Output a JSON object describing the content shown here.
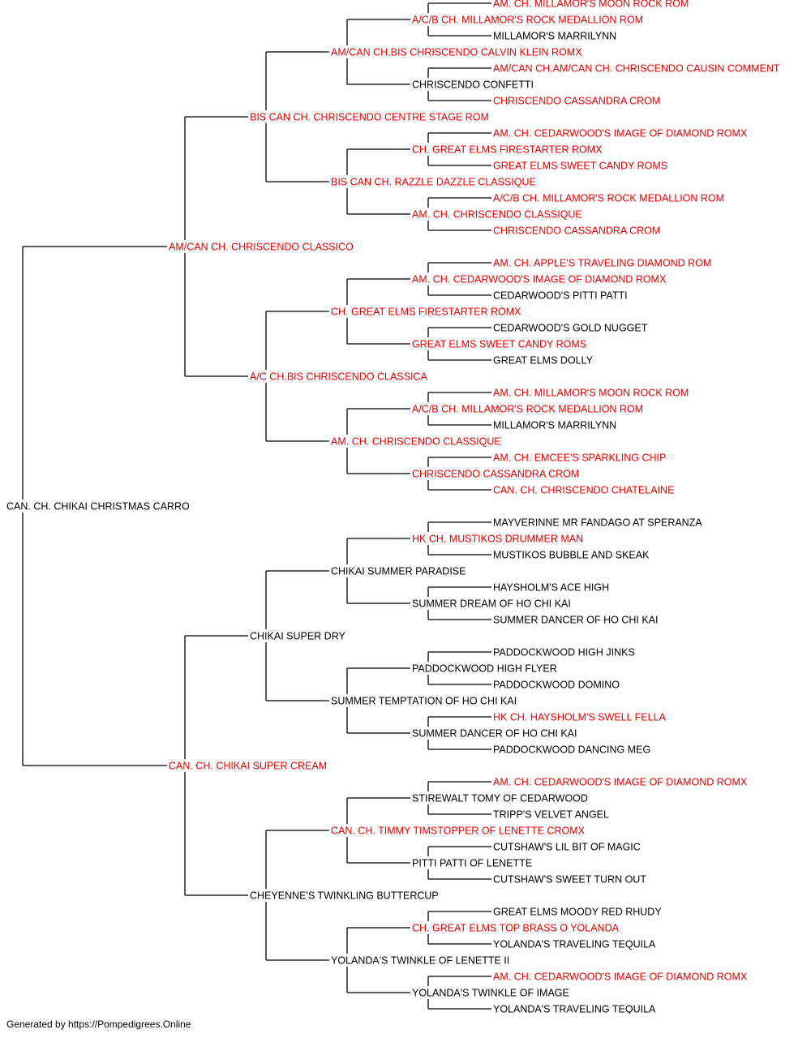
{
  "colors": {
    "champion": "#ee0000",
    "regular": "#000000",
    "line": "#000000"
  },
  "pedigree": {
    "name": "CAN. CH. CHIKAI CHRISTMAS CARRO",
    "champion": false,
    "sire": {
      "name": "AM/CAN CH. CHRISCENDO CLASSICO",
      "champion": true,
      "sire": {
        "name": "BIS CAN CH. CHRISCENDO CENTRE STAGE ROM",
        "champion": true,
        "sire": {
          "name": "AM/CAN CH.BIS CHRISCENDO CALVIN KLEIN ROMX",
          "champion": true,
          "sire": {
            "name": "A/C/B CH. MILLAMOR'S ROCK MEDALLION ROM",
            "champion": true,
            "sire": {
              "name": "AM. CH. MILLAMOR'S MOON ROCK ROM",
              "champion": true
            },
            "dam": {
              "name": "MILLAMOR'S MARRILYNN",
              "champion": false
            }
          },
          "dam": {
            "name": "CHRISCENDO CONFETTI",
            "champion": false,
            "sire": {
              "name": "AM/CAN CH.AM/CAN CH. CHRISCENDO CAUSIN COMMENT",
              "champion": true
            },
            "dam": {
              "name": "CHRISCENDO CASSANDRA CROM",
              "champion": true
            }
          }
        },
        "dam": {
          "name": "BIS CAN CH. RAZZLE DAZZLE CLASSIQUE",
          "champion": true,
          "sire": {
            "name": "CH. GREAT ELMS FIRESTARTER ROMX",
            "champion": true,
            "sire": {
              "name": "AM. CH. CEDARWOOD'S IMAGE OF DIAMOND ROMX",
              "champion": true
            },
            "dam": {
              "name": "GREAT ELMS SWEET CANDY ROMS",
              "champion": true
            }
          },
          "dam": {
            "name": "AM. CH. CHRISCENDO CLASSIQUE",
            "champion": true,
            "sire": {
              "name": "A/C/B CH. MILLAMOR'S ROCK MEDALLION ROM",
              "champion": true
            },
            "dam": {
              "name": "CHRISCENDO CASSANDRA CROM",
              "champion": true
            }
          }
        }
      },
      "dam": {
        "name": "A/C CH.BIS CHRISCENDO CLASSICA",
        "champion": true,
        "sire": {
          "name": "CH. GREAT ELMS FIRESTARTER ROMX",
          "champion": true,
          "sire": {
            "name": "AM. CH. CEDARWOOD'S IMAGE OF DIAMOND ROMX",
            "champion": true,
            "sire": {
              "name": "AM. CH. APPLE'S TRAVELING DIAMOND ROM",
              "champion": true
            },
            "dam": {
              "name": "CEDARWOOD'S PITTI PATTI",
              "champion": false
            }
          },
          "dam": {
            "name": "GREAT ELMS SWEET CANDY ROMS",
            "champion": true,
            "sire": {
              "name": "CEDARWOOD'S GOLD NUGGET",
              "champion": false
            },
            "dam": {
              "name": "GREAT ELMS DOLLY",
              "champion": false
            }
          }
        },
        "dam": {
          "name": "AM. CH. CHRISCENDO CLASSIQUE",
          "champion": true,
          "sire": {
            "name": "A/C/B CH. MILLAMOR'S ROCK MEDALLION ROM",
            "champion": true,
            "sire": {
              "name": "AM. CH. MILLAMOR'S MOON ROCK ROM",
              "champion": true
            },
            "dam": {
              "name": "MILLAMOR'S MARRILYNN",
              "champion": false
            }
          },
          "dam": {
            "name": "CHRISCENDO CASSANDRA CROM",
            "champion": true,
            "sire": {
              "name": "AM. CH. EMCEE'S SPARKLING CHIP",
              "champion": true
            },
            "dam": {
              "name": "CAN. CH. CHRISCENDO CHATELAINE",
              "champion": true
            }
          }
        }
      }
    },
    "dam": {
      "name": "CAN. CH. CHIKAI SUPER CREAM",
      "champion": true,
      "sire": {
        "name": "CHIKAI SUPER DRY",
        "champion": false,
        "sire": {
          "name": "CHIKAI SUMMER PARADISE",
          "champion": false,
          "sire": {
            "name": "HK CH. MUSTIKOS DRUMMER MAN",
            "champion": true,
            "sire": {
              "name": "MAYVERINNE MR FANDAGO AT SPERANZA",
              "champion": false
            },
            "dam": {
              "name": "MUSTIKOS BUBBLE AND SKEAK",
              "champion": false
            }
          },
          "dam": {
            "name": "SUMMER DREAM OF HO CHI KAI",
            "champion": false,
            "sire": {
              "name": "HAYSHOLM'S ACE HIGH",
              "champion": false
            },
            "dam": {
              "name": "SUMMER DANCER OF HO CHI KAI",
              "champion": false
            }
          }
        },
        "dam": {
          "name": "SUMMER TEMPTATION OF HO CHI KAI",
          "champion": false,
          "sire": {
            "name": "PADDOCKWOOD HIGH FLYER",
            "champion": false,
            "sire": {
              "name": "PADDOCKWOOD HIGH JINKS",
              "champion": false
            },
            "dam": {
              "name": "PADDOCKWOOD DOMINO",
              "champion": false
            }
          },
          "dam": {
            "name": "SUMMER DANCER OF HO CHI KAI",
            "champion": false,
            "sire": {
              "name": "HK CH. HAYSHOLM'S SWELL FELLA",
              "champion": true
            },
            "dam": {
              "name": "PADDOCKWOOD DANCING MEG",
              "champion": false
            }
          }
        }
      },
      "dam": {
        "name": "CHEYENNE'S TWINKLING BUTTERCUP",
        "champion": false,
        "sire": {
          "name": "CAN. CH. TIMMY TIMSTOPPER OF LENETTE CROMX",
          "champion": true,
          "sire": {
            "name": "STIREWALT TOMY OF CEDARWOOD",
            "champion": false,
            "sire": {
              "name": "AM. CH. CEDARWOOD'S IMAGE OF DIAMOND ROMX",
              "champion": true
            },
            "dam": {
              "name": "TRIPP'S VELVET ANGEL",
              "champion": false
            }
          },
          "dam": {
            "name": "PITTI PATTI OF LENETTE",
            "champion": false,
            "sire": {
              "name": "CUTSHAW'S LIL BIT OF MAGIC",
              "champion": false
            },
            "dam": {
              "name": "CUTSHAW'S SWEET TURN OUT",
              "champion": false
            }
          }
        },
        "dam": {
          "name": "YOLANDA'S TWINKLE OF LENETTE II",
          "champion": false,
          "sire": {
            "name": "CH. GREAT ELMS TOP BRASS O YOLANDA",
            "champion": true,
            "sire": {
              "name": "GREAT ELMS MOODY RED RHUDY",
              "champion": false
            },
            "dam": {
              "name": "YOLANDA'S TRAVELING TEQUILA",
              "champion": false
            }
          },
          "dam": {
            "name": "YOLANDA'S TWINKLE OF IMAGE",
            "champion": false,
            "sire": {
              "name": "AM. CH. CEDARWOOD'S IMAGE OF DIAMOND ROMX",
              "champion": true
            },
            "dam": {
              "name": "YOLANDA'S TRAVELING TEQUILA",
              "champion": false
            }
          }
        }
      }
    }
  },
  "footer": {
    "text": "Generated by https://Pompedigrees.Online"
  }
}
